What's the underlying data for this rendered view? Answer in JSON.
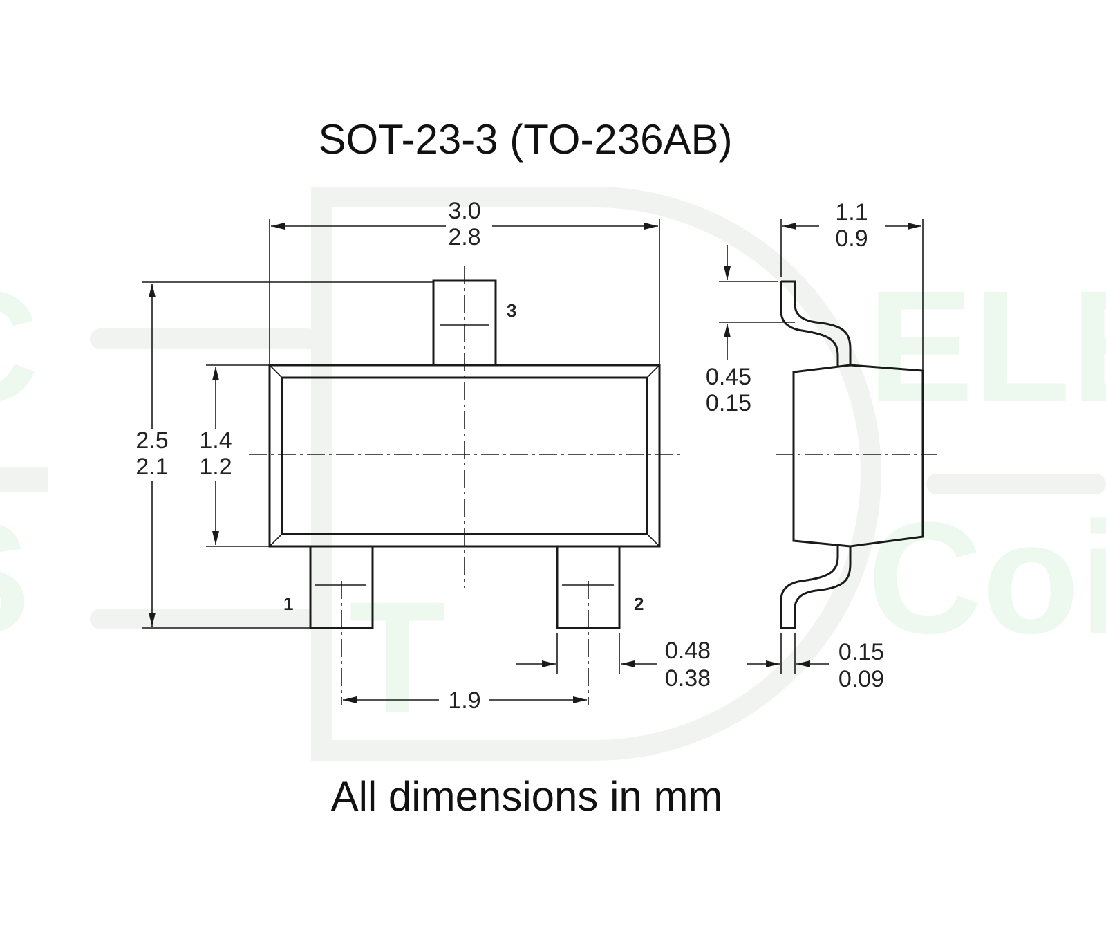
{
  "title": "SOT-23-3 (TO-236AB)",
  "footer": "All dimensions in mm",
  "colors": {
    "ink": "#1a1a1a",
    "watermark": "#edf9ee",
    "watermark_ring": "#f1f3f1"
  },
  "pins": {
    "pin1": "1",
    "pin2": "2",
    "pin3": "3"
  },
  "dimensions": {
    "body_length": {
      "max": "3.0",
      "min": "2.8"
    },
    "overall_width": {
      "max": "2.5",
      "min": "2.1"
    },
    "body_width": {
      "max": "1.4",
      "min": "1.2"
    },
    "lead_length": {
      "max": "0.45",
      "min": "0.15"
    },
    "height": {
      "max": "1.1",
      "min": "0.9"
    },
    "lead_width": {
      "max": "0.48",
      "min": "0.38"
    },
    "lead_thickness": {
      "max": "0.15",
      "min": "0.09"
    },
    "pitch": "1.9"
  }
}
